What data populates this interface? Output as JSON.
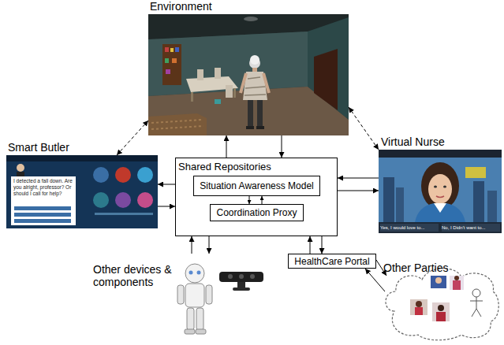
{
  "diagram": {
    "nodes": [
      {
        "text": [
          "Environment"
        ]
      },
      {
        "text": [
          "Smart Butler"
        ]
      },
      {
        "text": [
          "Shared Repositories"
        ]
      },
      {
        "text": [
          "Situation Awareness Model"
        ],
        "in": 2
      },
      {
        "text": [
          "Coordination Proxy"
        ],
        "in": 2
      },
      {
        "text": [
          "Virtual Nurse"
        ]
      },
      {
        "text": [
          "Other devices & components"
        ]
      },
      {
        "text": [
          "HealthCare Portal"
        ]
      },
      {
        "text": [
          "Other Parties"
        ]
      }
    ],
    "edges": [
      {
        "from": 2,
        "to": 0,
        "arrow": "to"
      },
      {
        "from": 0,
        "to": 2,
        "arrow": "to"
      },
      {
        "from": 2,
        "to": 1,
        "arrow": "to"
      },
      {
        "from": 1,
        "to": 2,
        "arrow": "to"
      },
      {
        "from": 5,
        "to": 2,
        "arrow": "to"
      },
      {
        "from": 2,
        "to": 5,
        "arrow": "to"
      },
      {
        "from": 3,
        "to": 4,
        "arrow": "to"
      },
      {
        "from": 4,
        "to": 3,
        "arrow": "to"
      },
      {
        "from": 6,
        "to": 2,
        "arrow": "to"
      },
      {
        "from": 2,
        "to": 6,
        "arrow": "to"
      },
      {
        "from": 7,
        "to": 2,
        "arrow": "to"
      },
      {
        "from": 2,
        "to": 7,
        "arrow": "to"
      },
      {
        "from": 7,
        "to": 8,
        "arrow": "to"
      },
      {
        "from": 8,
        "to": 7,
        "arrow": "to"
      },
      {
        "from": 1,
        "to": 0,
        "arrow": "both"
      },
      {
        "from": 5,
        "to": 0,
        "arrow": "both"
      }
    ],
    "labels": [
      "I detected a fall down. Are you alright, professor? Or should I call for help?",
      "Yes, I would love to...",
      "No, I Didn't want to..."
    ]
  }
}
